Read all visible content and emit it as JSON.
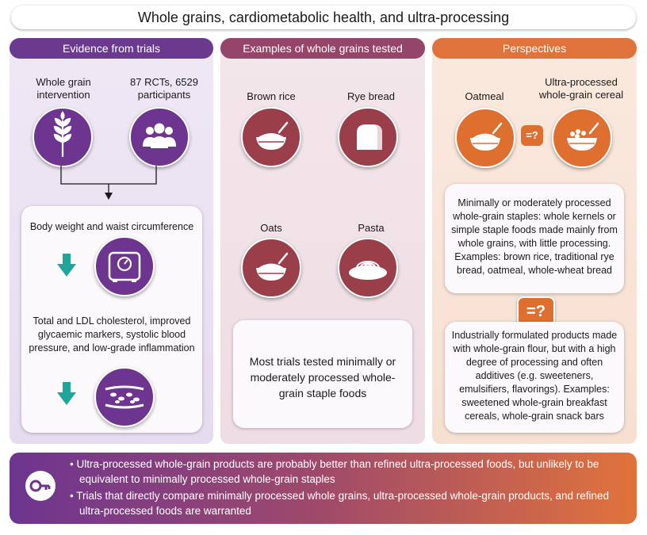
{
  "title": "Whole grains, cardiometabolic health, and ultra-processing",
  "panels": {
    "evidence": {
      "header": "Evidence from trials",
      "intervention_label": "Whole grain intervention",
      "rcts_label": "87 RCTs, 6529 participants",
      "outcome1": "Body weight and waist circumference",
      "outcome2": "Total and LDL cholesterol, improved glycaemic markers, systolic blood pressure, and low-grade inflammation"
    },
    "examples": {
      "header": "Examples of whole grains tested",
      "items": [
        "Brown rice",
        "Rye bread",
        "Oats",
        "Pasta"
      ],
      "note": "Most trials tested minimally or moderately processed whole-grain staple foods"
    },
    "perspectives": {
      "header": "Perspectives",
      "item1": "Oatmeal",
      "item2": "Ultra-processed whole-grain cereal",
      "compare": "=?",
      "card1": "Minimally or moderately processed whole-grain staples: whole kernels or simple staple foods made mainly from whole grains, with little processing. Examples: brown rice, traditional rye bread, oatmeal, whole-wheat bread",
      "card2": "Industrially formulated products made with whole-grain flour, but with a high degree of processing and often additives (e.g. sweeteners, emulsifiers, flavorings). Examples: sweetened whole-grain breakfast cereals, whole-grain snack bars"
    }
  },
  "conclusions": [
    "Ultra-processed whole-grain products are probably better than refined ultra-processed foods, but unlikely to be equivalent to minimally processed whole-grain staples",
    "Trials that directly compare minimally processed whole grains, ultra-processed whole-grain products, and refined ultra-processed foods are warranted"
  ],
  "icons": [
    "wheat-icon",
    "people-icon",
    "scale-icon",
    "artery-icon",
    "rice-bowl-icon",
    "bread-icon",
    "oats-bowl-icon",
    "pasta-plate-icon",
    "cereal-bowl-icon",
    "key-icon"
  ],
  "colors": {
    "purple": "#6d3590",
    "maroon": "#9a3f4a",
    "orange": "#df6f2f",
    "teal": "#1fa59a"
  }
}
